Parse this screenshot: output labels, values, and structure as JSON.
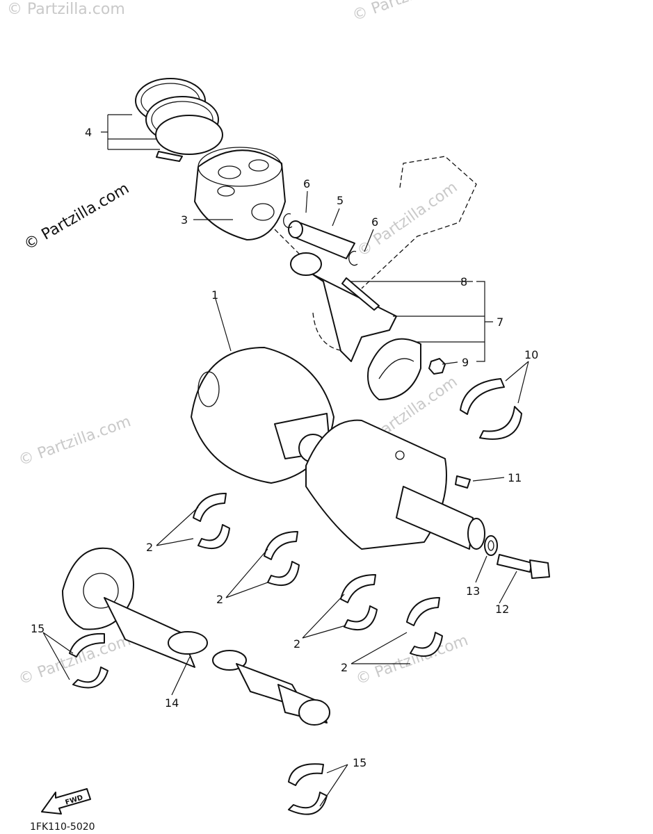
{
  "diagram": {
    "callouts": {
      "n1": "1",
      "n2a": "2",
      "n2b": "2",
      "n2c": "2",
      "n2d": "2",
      "n3": "3",
      "n4": "4",
      "n5": "5",
      "n6a": "6",
      "n6b": "6",
      "n7": "7",
      "n8": "8",
      "n9": "9",
      "n10": "10",
      "n11": "11",
      "n12": "12",
      "n13": "13",
      "n14": "14",
      "n15a": "15",
      "n15b": "15"
    },
    "fwd_label": "FWD",
    "drawing_code": "1FK110-5020",
    "watermark": "© Partzilla.com"
  }
}
